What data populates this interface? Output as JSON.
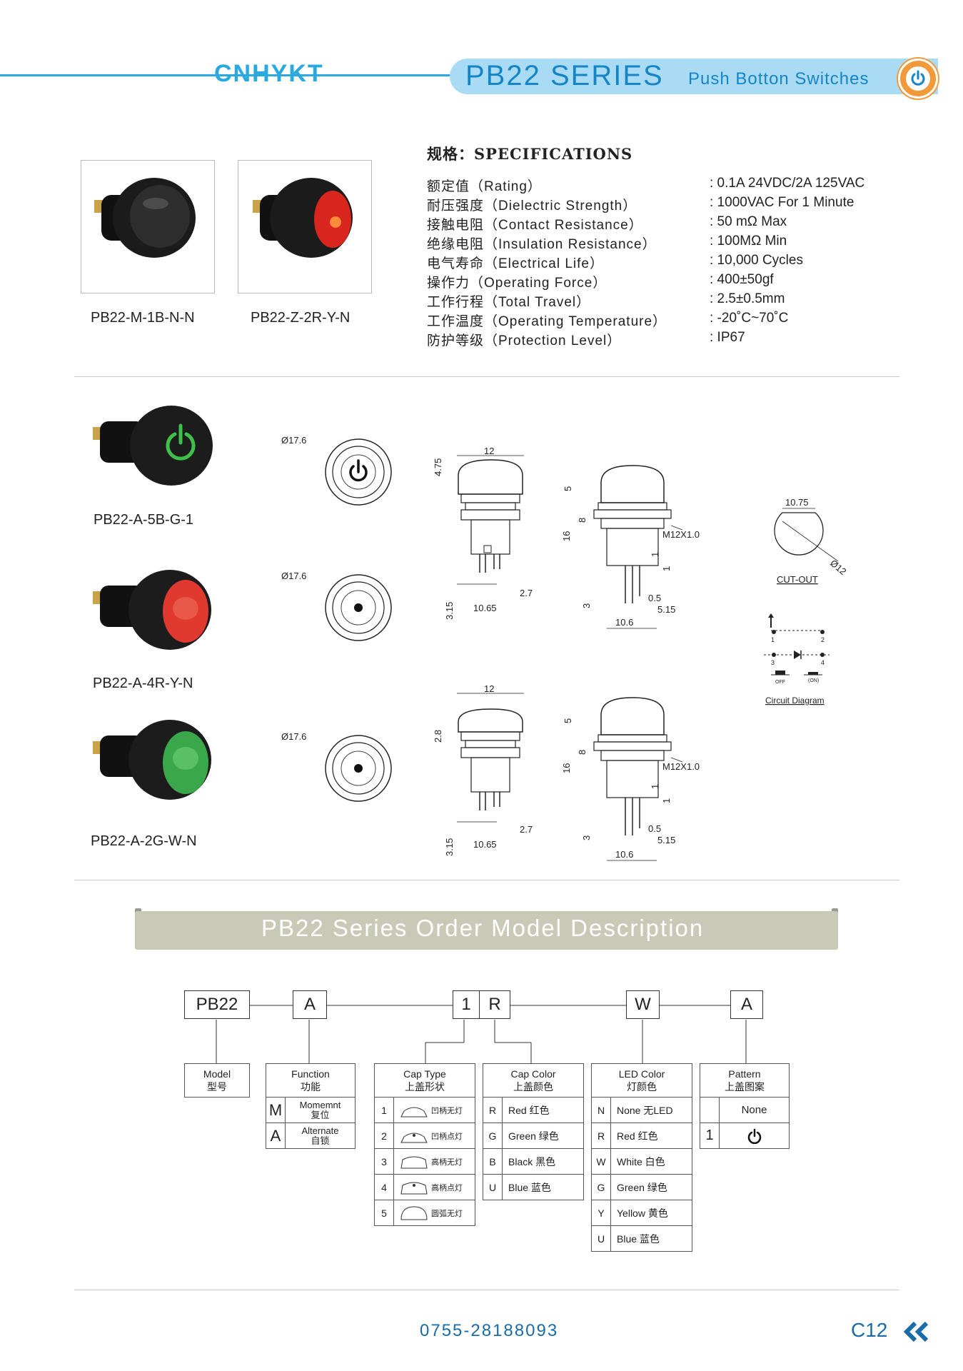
{
  "header": {
    "brand": "CNHYKT",
    "series_title": "PB22  SERIES",
    "series_subtitle": "Push Botton  Switches"
  },
  "photos": [
    {
      "caption": "PB22-M-1B-N-N"
    },
    {
      "caption": "PB22-Z-2R-Y-N"
    }
  ],
  "specifications": {
    "title": "规格：SPECIFICATIONS",
    "rows": [
      {
        "label": "额定值（Rating）",
        "value": ": 0.1A 24VDC/2A 125VAC"
      },
      {
        "label": "耐压强度（Dielectric Strength）",
        "value": ": 1000VAC For 1 Minute"
      },
      {
        "label": "接触电阻（Contact Resistance）",
        "value": ": 50 mΩ  Max"
      },
      {
        "label": "绝缘电阻（Insulation Resistance）",
        "value": ": 100MΩ  Min"
      },
      {
        "label": "电气寿命（Electrical Life）",
        "value": ": 10,000 Cycles"
      },
      {
        "label": "操作力（Operating Force）",
        "value": ": 400±50gf"
      },
      {
        "label": "工作行程（Total Travel）",
        "value": ": 2.5±0.5mm"
      },
      {
        "label": "工作温度（Operating Temperature）",
        "value": ": -20˚C~70˚C"
      },
      {
        "label": "防护等级（Protection Level）",
        "value": ": IP67"
      }
    ]
  },
  "models": [
    {
      "caption": "PB22-A-5B-G-1",
      "diameter": "Ø17.6",
      "cap_color": "#2a2a2a",
      "ring_color": "#3ec04a"
    },
    {
      "caption": "PB22-A-4R-Y-N",
      "diameter": "Ø17.6",
      "cap_color": "#e03a30",
      "ring_color": "#e03a30"
    },
    {
      "caption": "PB22-A-2G-W-N",
      "diameter": "Ø17.6",
      "cap_color": "#3aa84a",
      "ring_color": "#3aa84a"
    }
  ],
  "drawing_labels": {
    "d12": "12",
    "d475": "4.75",
    "d28": "2.8",
    "d5": "5",
    "d8": "8",
    "d16": "16",
    "thread": "M12X1.0",
    "d1": "1",
    "d315": "3.15",
    "d27": "2.7",
    "d1065": "10.65",
    "d3": "3",
    "d05": "0.5",
    "d515": "5.15",
    "d106": "10.6",
    "cut_1075": "10.75",
    "cut_12": "Ø12",
    "cut_out": "CUT-OUT",
    "circuit": "Circuit Diagram",
    "off": "OFF",
    "on": "(ON)",
    "p1": "1",
    "p2": "2",
    "p3": "3",
    "p4": "4"
  },
  "order": {
    "title": "PB22  Series  Order  Model  Description",
    "codes": [
      "PB22",
      "A",
      "1",
      "R",
      "W",
      "A"
    ],
    "model": {
      "head_en": "Model",
      "head_cn": "型号"
    },
    "function": {
      "head_en": "Function",
      "head_cn": "功能",
      "rows": [
        {
          "k": "M",
          "en": "Momemnt",
          "cn": "复位"
        },
        {
          "k": "A",
          "en": "Alternate",
          "cn": "自锁"
        }
      ]
    },
    "cap_type": {
      "head_en": "Cap Type",
      "head_cn": "上盖形状",
      "rows": [
        {
          "k": "1",
          "v": "凹柄无灯"
        },
        {
          "k": "2",
          "v": "凹柄点灯"
        },
        {
          "k": "3",
          "v": "高柄无灯"
        },
        {
          "k": "4",
          "v": "高柄点灯"
        },
        {
          "k": "5",
          "v": "圆弧无灯"
        }
      ]
    },
    "cap_color": {
      "head_en": "Cap Color",
      "head_cn": "上盖颜色",
      "rows": [
        {
          "k": "R",
          "v": "Red  红色"
        },
        {
          "k": "G",
          "v": "Green 绿色"
        },
        {
          "k": "B",
          "v": "Black 黑色"
        },
        {
          "k": "U",
          "v": "Blue 蓝色"
        }
      ]
    },
    "led_color": {
      "head_en": "LED Color",
      "head_cn": "灯颜色",
      "rows": [
        {
          "k": "N",
          "v": "None  无LED"
        },
        {
          "k": "R",
          "v": "Red  红色"
        },
        {
          "k": "W",
          "v": "White 白色"
        },
        {
          "k": "G",
          "v": "Green 绿色"
        },
        {
          "k": "Y",
          "v": "Yellow  黄色"
        },
        {
          "k": "U",
          "v": "Blue 蓝色"
        }
      ]
    },
    "pattern": {
      "head_en": "Pattern",
      "head_cn": "上盖图案",
      "rows": [
        {
          "k": "",
          "v": "None"
        },
        {
          "k": "1",
          "v": "power-icon"
        }
      ]
    }
  },
  "footer": {
    "phone": "0755-28188093",
    "page": "C12"
  }
}
